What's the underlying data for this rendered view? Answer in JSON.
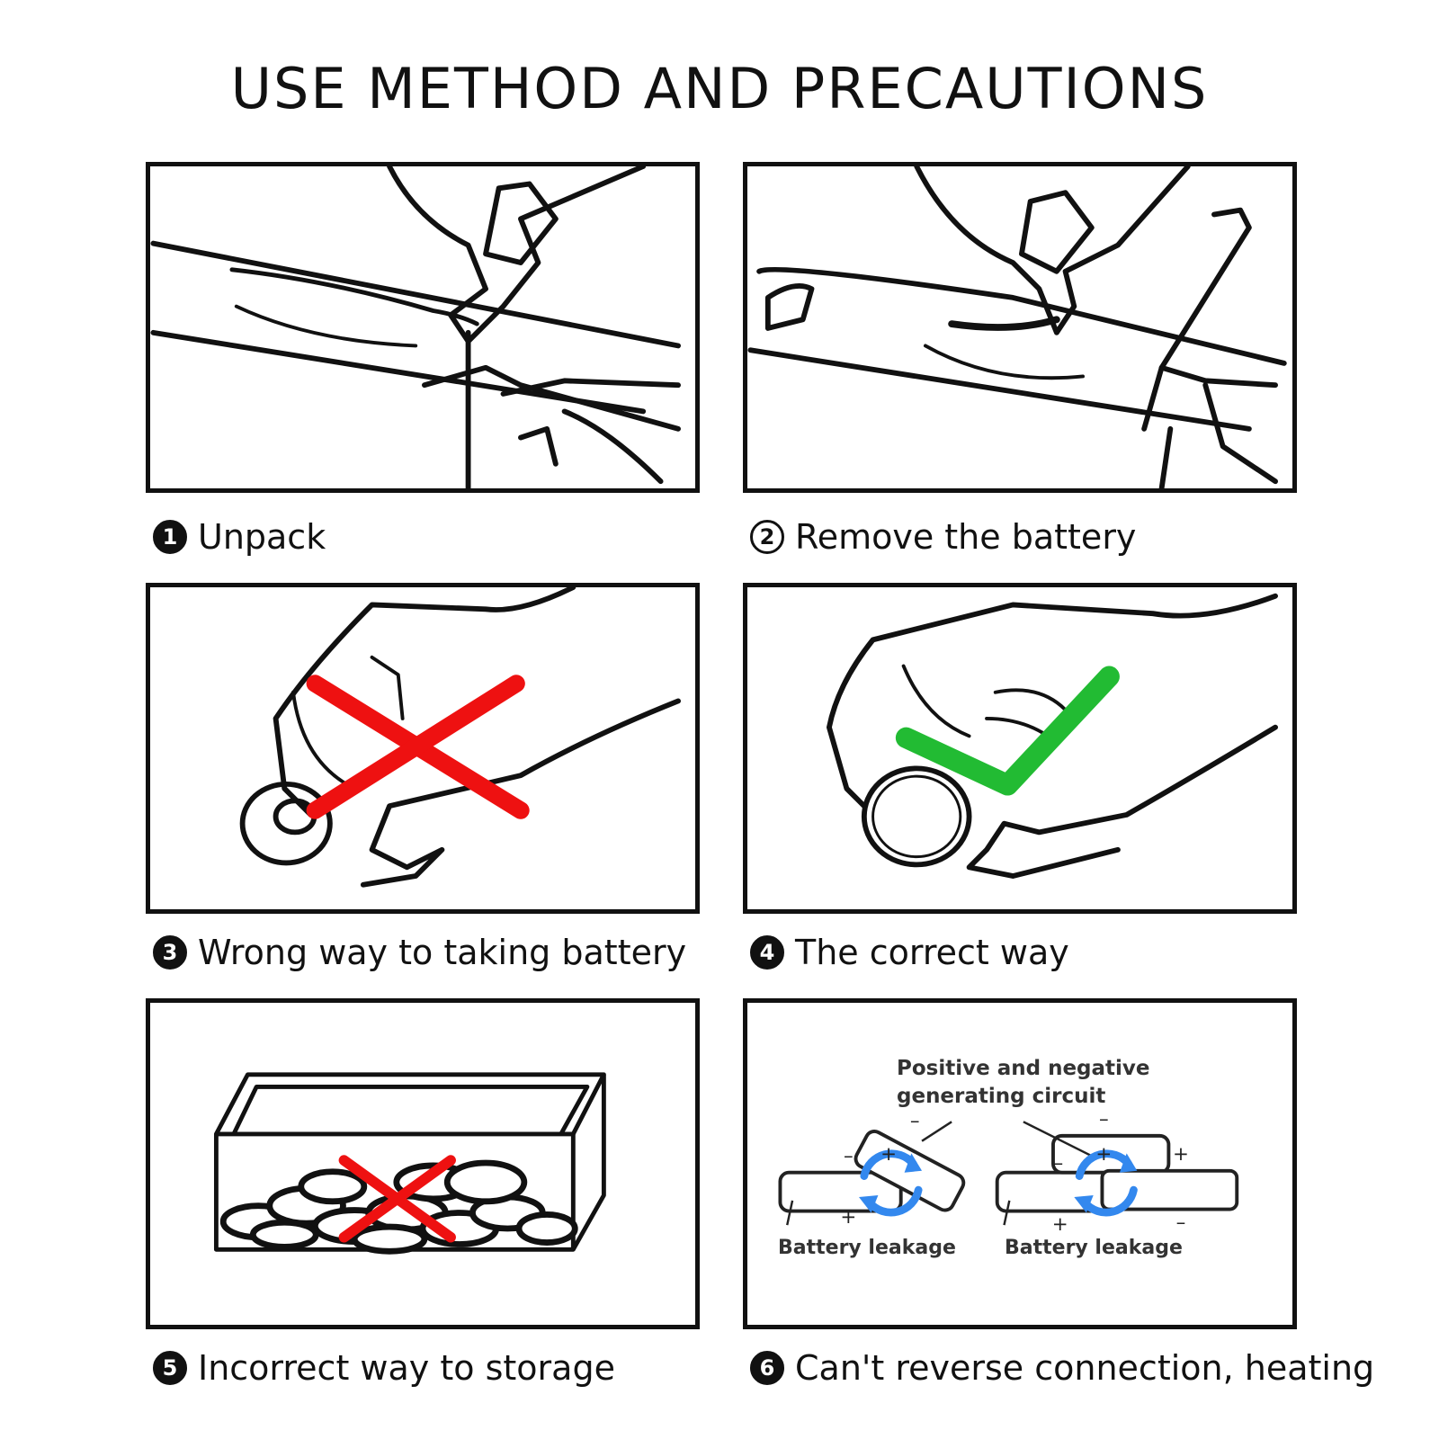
{
  "title": "USE METHOD AND PRECAUTIONS",
  "steps": [
    {
      "number": "1",
      "label": "Unpack"
    },
    {
      "number": "2",
      "label": "Remove the battery"
    },
    {
      "number": "3",
      "label": "Wrong way to taking battery"
    },
    {
      "number": "4",
      "label": "The correct way"
    },
    {
      "number": "5",
      "label": "Incorrect way to storage"
    },
    {
      "number": "6",
      "label": "Can't reverse connection, heating"
    }
  ],
  "diagram6": {
    "circuit_label_line1": "Positive and negative",
    "circuit_label_line2": "generating circuit",
    "leak_left": "Battery leakage",
    "leak_right": "Battery leakage",
    "plus": "+",
    "minus": "–"
  },
  "colors": {
    "cross": "#ee1111",
    "check": "#22bb33",
    "circuit_arrows": "#3388ee"
  },
  "icons": [
    "cross-mark-icon",
    "check-mark-icon",
    "circular-arrows-icon"
  ]
}
